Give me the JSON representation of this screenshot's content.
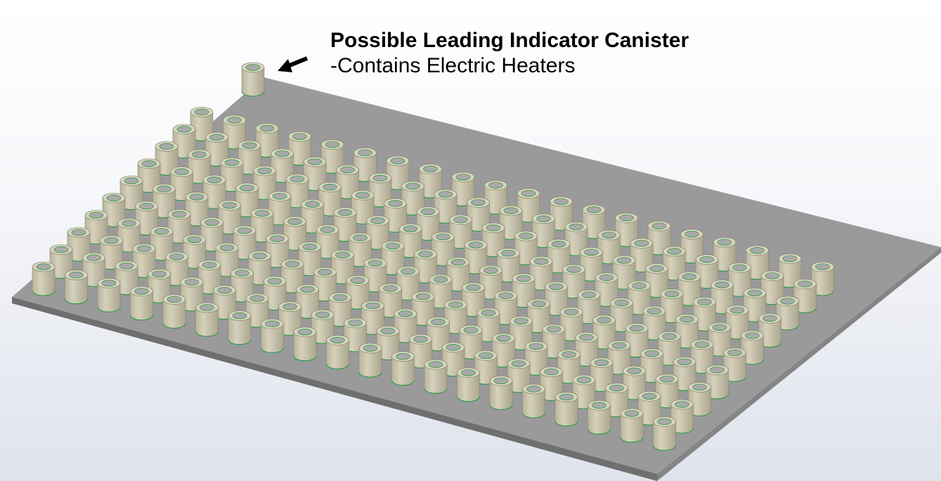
{
  "annotation": {
    "title": "Possible Leading Indicator Canister",
    "subtitle": "-Contains Electric Heaters"
  },
  "scene": {
    "canister_rows": 10,
    "canister_cols": 20,
    "leading_indicator_canisters": 1,
    "colors": {
      "plate_top": "#9a9a9a",
      "plate_edge": "#7a7a7a",
      "canister_side": "#c9c4ac",
      "canister_rim": "#d8d3bd",
      "canister_hole": "#a9a9a9",
      "canister_edge": "#1e9b3c",
      "arrow": "#000000"
    }
  }
}
